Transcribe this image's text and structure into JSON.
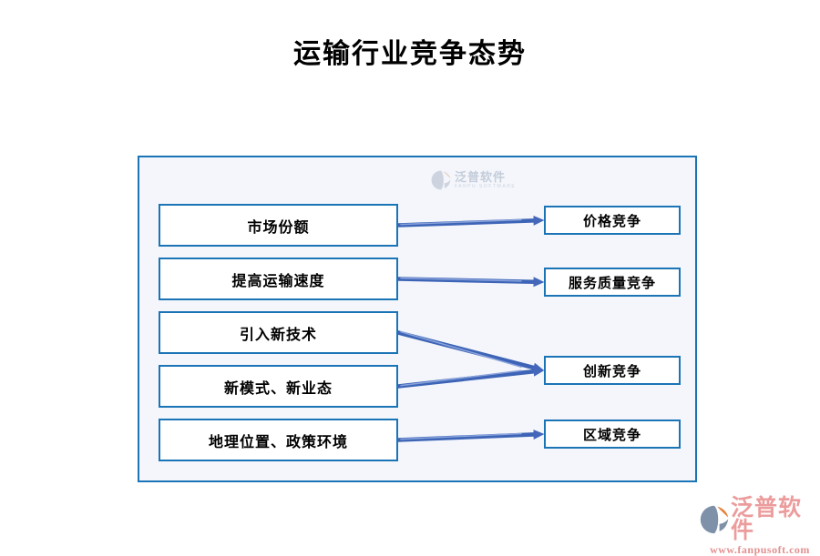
{
  "title": "运输行业竞争态势",
  "diagram": {
    "left_boxes": [
      {
        "label": "市场份额"
      },
      {
        "label": "提高运输速度"
      },
      {
        "label": "引入新技术"
      },
      {
        "label": "新模式、新业态"
      },
      {
        "label": "地理位置、政策环境"
      }
    ],
    "right_boxes": [
      {
        "label": "价格竞争"
      },
      {
        "label": "服务质量竞争"
      },
      {
        "label": "创新竞争"
      },
      {
        "label": "区域竞争"
      }
    ],
    "connections": [
      [
        0,
        0
      ],
      [
        1,
        1
      ],
      [
        2,
        2
      ],
      [
        3,
        2
      ],
      [
        4,
        3
      ]
    ]
  },
  "watermark": {
    "name": "泛普软件",
    "subtitle": "FANPU SOFTWARE"
  },
  "footer_logo": {
    "name": "泛普软件",
    "url": "www.fanpusoft.com"
  },
  "colors": {
    "box_border": "#1a74b6",
    "canvas_bg": "#f4f6fb",
    "arrow": "#3d64b6",
    "arrow_highlight": "#8aa3dc",
    "footer_name": "#ec9c9c",
    "footer_url": "#e29191",
    "logo_slate": "#7f91a9",
    "logo_orange": "#e5833f"
  }
}
